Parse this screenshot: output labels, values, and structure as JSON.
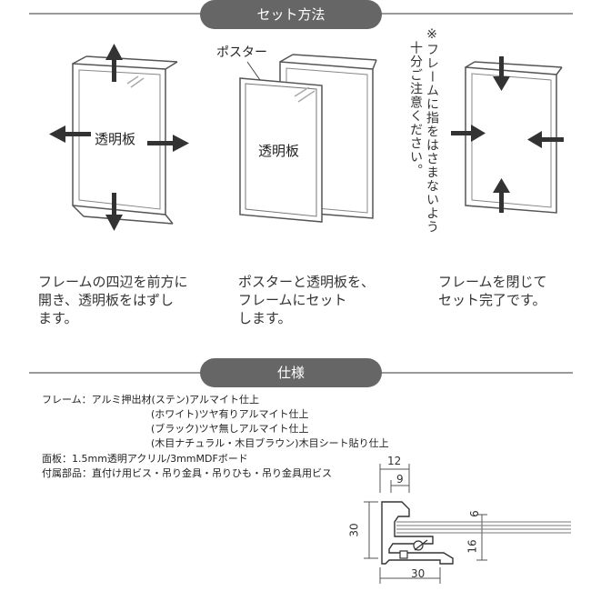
{
  "section_setup": {
    "title": "セット方法"
  },
  "section_spec": {
    "title": "仕様"
  },
  "steps": [
    {
      "label": "透明板",
      "caption_lines": [
        "フレームの四辺を前方に",
        "開き、透明板をはずし",
        "ます。"
      ]
    },
    {
      "label": "透明板",
      "callout": "ポスター",
      "caption_lines": [
        "ポスターと透明板を、",
        "フレームにセット",
        "します。"
      ]
    },
    {
      "caption_lines": [
        "フレームを閉じて",
        "セット完了です。"
      ]
    }
  ],
  "note": {
    "col1": "※フレームに指をはさまないよう",
    "col2": "十分ご注意ください。"
  },
  "spec": {
    "frame": "フレーム：アルミ押出材(ステン)アルマイト仕上",
    "frame_white": "(ホワイト)ツヤ有りアルマイト仕上",
    "frame_black": "(ブラック)ツヤ無しアルマイト仕上",
    "frame_wood": "(木目ナチュラル・木目ブラウン)木目シート貼り仕上",
    "face": "面板：1.5mm透明アクリル/3mmMDFボード",
    "accessories": "付属部品：直付け用ビス・吊り金具・吊りひも・吊り金具用ビス"
  },
  "dimensions": {
    "d12": "12",
    "d9": "9",
    "d6": "6",
    "d16": "16",
    "d30_height": "30",
    "d30_width": "30"
  }
}
